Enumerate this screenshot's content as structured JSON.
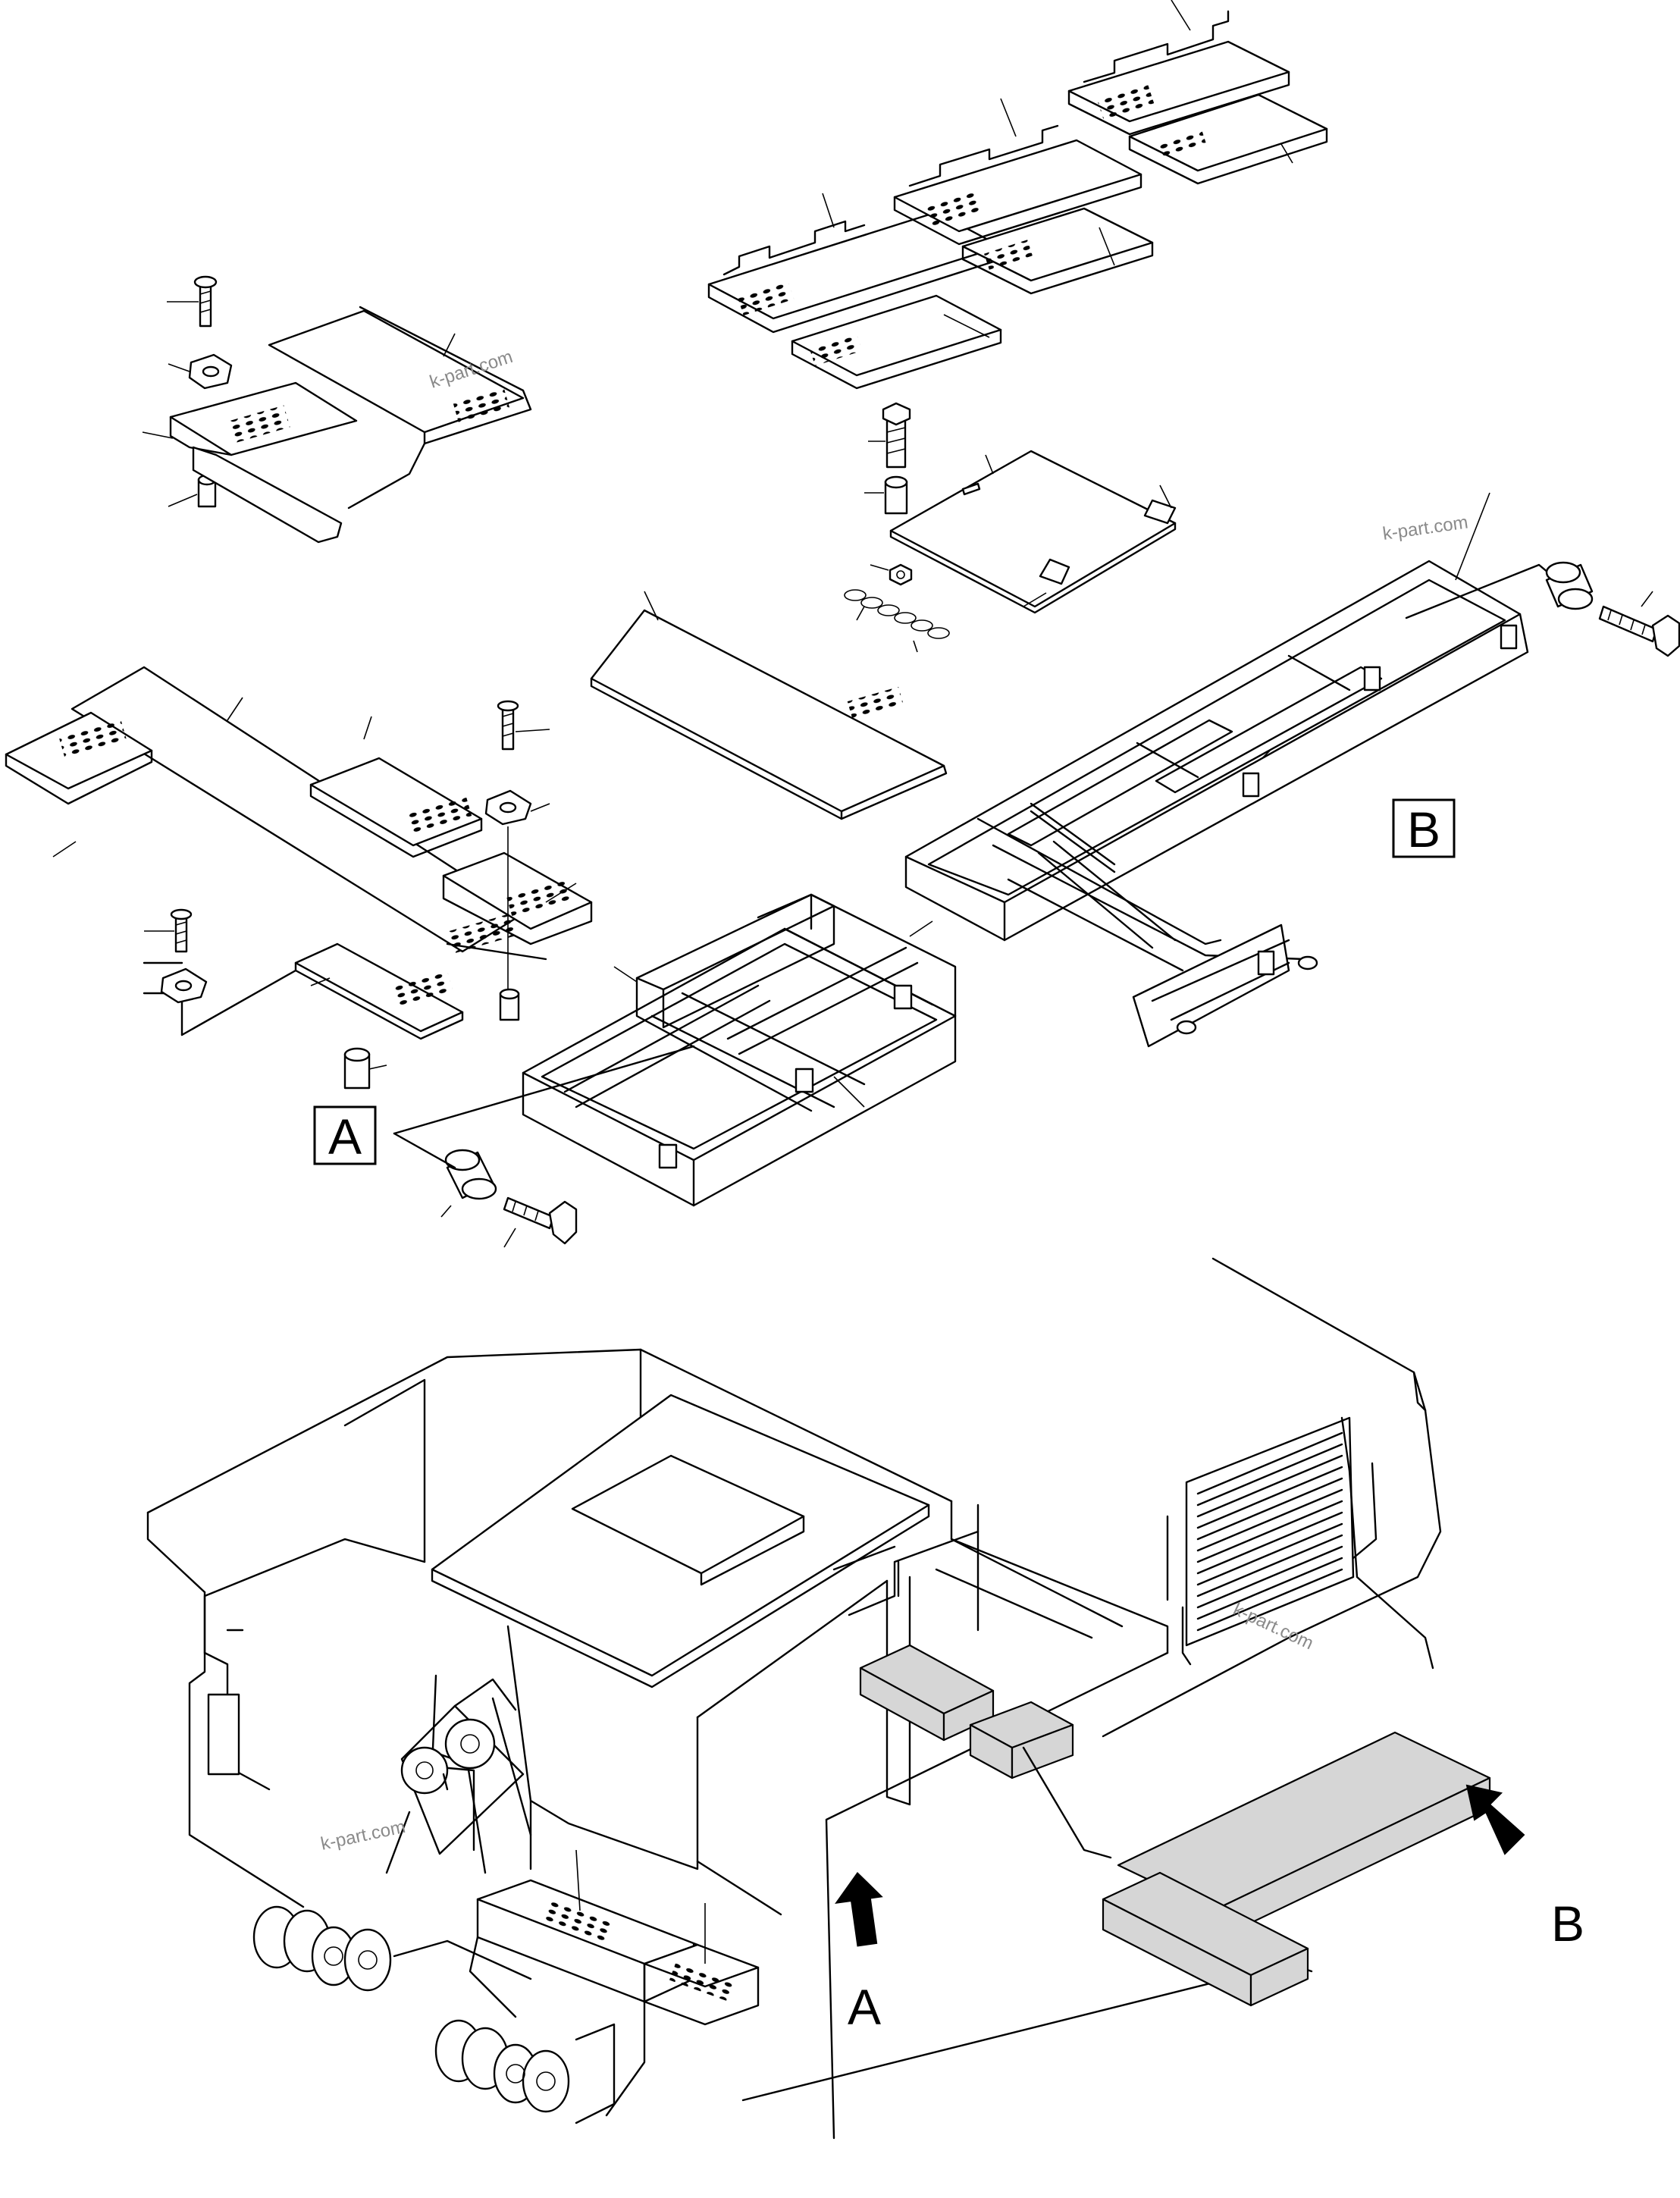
{
  "callouts": {
    "view_a": "A",
    "view_b": "B",
    "arrow_a": "A",
    "arrow_b": "B"
  },
  "watermark": "k-part.com",
  "colors": {
    "line": "#000000",
    "walkway_fill": "#d6d6d6",
    "watermark": "#8a8a8a"
  }
}
